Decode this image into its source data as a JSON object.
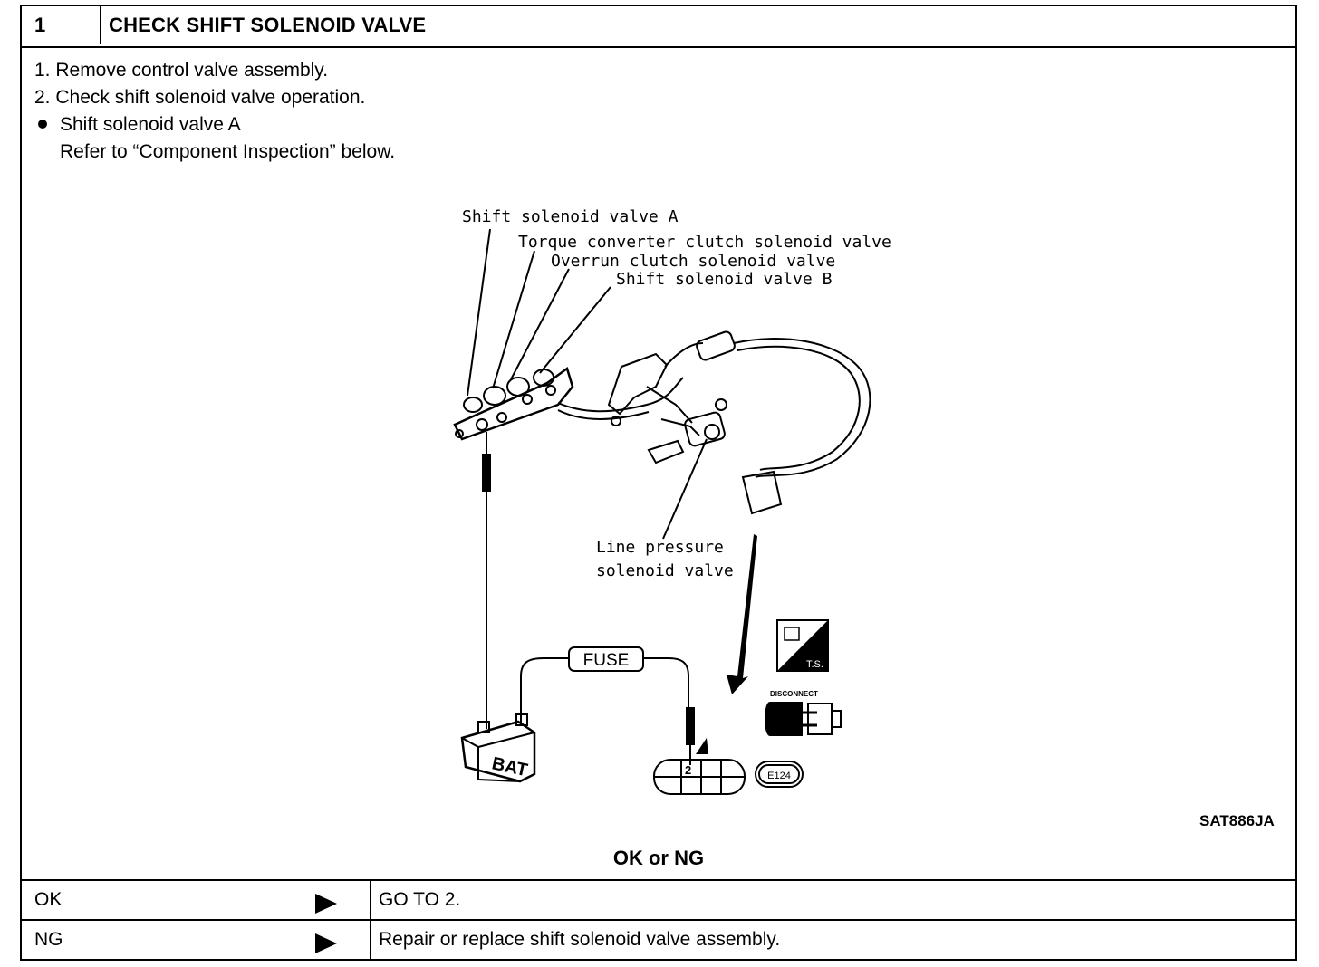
{
  "header": {
    "number": "1",
    "title": "CHECK SHIFT SOLENOID VALVE"
  },
  "steps": [
    "1.  Remove control valve assembly.",
    "2.  Check shift solenoid valve operation."
  ],
  "bullet": {
    "text": "Shift solenoid valve A",
    "note": "Refer to “Component Inspection” below."
  },
  "diagram": {
    "labels": {
      "shift_a": "Shift  solenoid  valve  A",
      "torque": "Torque  converter  clutch  solenoid  valve",
      "overrun": "Overrun  clutch  solenoid  valve",
      "shift_b": "Shift  solenoid  valve  B",
      "line1": "Line  pressure",
      "line2": "solenoid  valve",
      "fuse": "FUSE",
      "bat": "BAT",
      "pin": "2",
      "connector": "E124",
      "ts": "T.S.",
      "disconnect": "DISCONNECT"
    },
    "ref_code": "SAT886JA"
  },
  "result_prompt": "OK or NG",
  "results": [
    {
      "key": "OK",
      "action": "GO TO 2."
    },
    {
      "key": "NG",
      "action": "Repair or replace shift solenoid valve assembly."
    }
  ]
}
